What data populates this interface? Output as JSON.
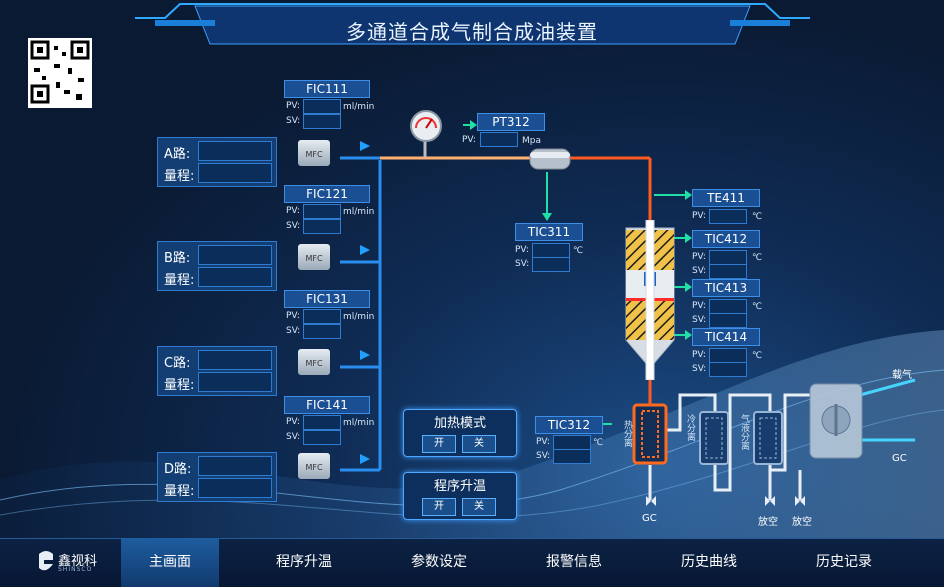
{
  "title": "多通道合成气制合成油装置",
  "routes": [
    {
      "name_label": "A路:",
      "range_label": "量程:"
    },
    {
      "name_label": "B路:",
      "range_label": "量程:"
    },
    {
      "name_label": "C路:",
      "range_label": "量程:"
    },
    {
      "name_label": "D路:",
      "range_label": "量程:"
    }
  ],
  "flow_controllers": [
    {
      "tag": "FIC111",
      "pv_label": "PV:",
      "sv_label": "SV:",
      "unit": "ml/min"
    },
    {
      "tag": "FIC121",
      "pv_label": "PV:",
      "sv_label": "SV:",
      "unit": "ml/min"
    },
    {
      "tag": "FIC131",
      "pv_label": "PV:",
      "sv_label": "SV:",
      "unit": "ml/min"
    },
    {
      "tag": "FIC141",
      "pv_label": "PV:",
      "sv_label": "SV:",
      "unit": "ml/min"
    }
  ],
  "mfc_label": "MFC",
  "pressure": {
    "tag": "PT312",
    "pv_label": "PV:",
    "unit": "Mpa"
  },
  "tic311": {
    "tag": "TIC311",
    "pv_label": "PV:",
    "sv_label": "SV:",
    "unit": "℃"
  },
  "tic312": {
    "tag": "TIC312",
    "pv_label": "PV:",
    "sv_label": "SV:",
    "unit": "℃"
  },
  "reactor_temps": [
    {
      "tag": "TE411",
      "pv_label": "PV:",
      "unit": "℃"
    },
    {
      "tag": "TIC412",
      "pv_label": "PV:",
      "sv_label": "SV:",
      "unit": "℃"
    },
    {
      "tag": "TIC413",
      "pv_label": "PV:",
      "sv_label": "SV:",
      "unit": "℃"
    },
    {
      "tag": "TIC414",
      "pv_label": "PV:",
      "sv_label": "SV:",
      "unit": "℃"
    }
  ],
  "heat_mode": {
    "title": "加热模式",
    "on": "开",
    "off": "关"
  },
  "program_heat": {
    "title": "程序升温",
    "on": "开",
    "off": "关"
  },
  "separators": {
    "hot": "热分离",
    "cold": "冷分离",
    "gas_liquid": "气液分离"
  },
  "outlets": {
    "gc_left": "GC",
    "vent1": "放空",
    "vent2": "放空",
    "carrier": "载气",
    "gc_right": "GC"
  },
  "logo": {
    "cn": "鑫视科",
    "en": "SHINSCO"
  },
  "nav": [
    "主画面",
    "程序升温",
    "参数设定",
    "报警信息",
    "历史曲线",
    "历史记录"
  ],
  "colors": {
    "accent": "#39d8ff",
    "hot_line": "#ff5a1f",
    "gas_line": "#21a0ff"
  }
}
